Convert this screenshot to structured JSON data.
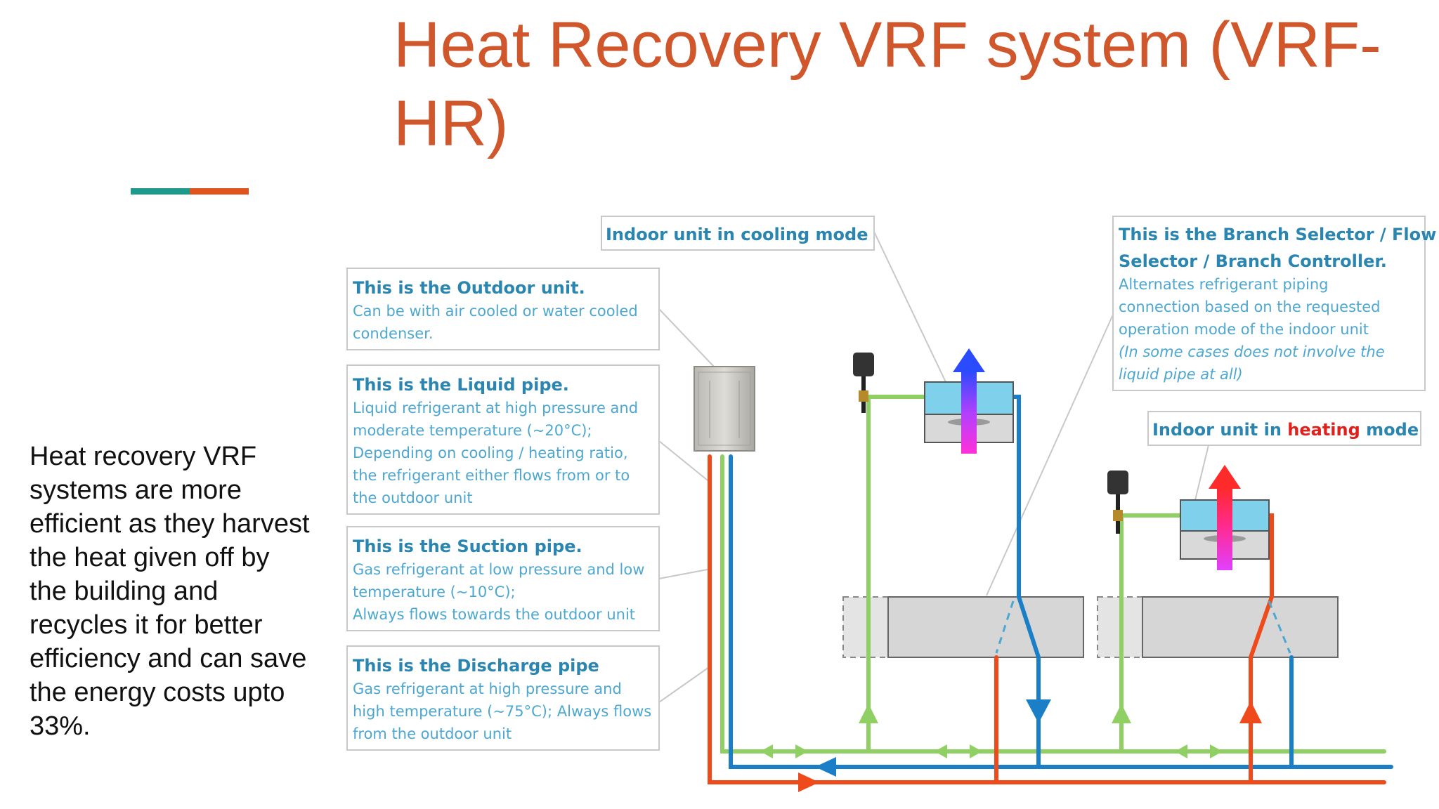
{
  "slide": {
    "title": "Heat Recovery VRF system (VRF-HR)",
    "body": "Heat recovery VRF systems are more efficient as they harvest the heat given off by the building and recycles it for better efficiency and can save the energy costs upto 33%."
  },
  "colors": {
    "title": "#d0562b",
    "accent_teal": "#1e9a8c",
    "accent_orange": "#e0531c",
    "liquid_pipe": "#8fcf63",
    "suction_pipe": "#1b7fc7",
    "discharge_pipe": "#ee4a1c",
    "callout_text": "#2a85b0",
    "heating_word": "#e0201c"
  },
  "diagram": {
    "outdoor_unit": {
      "title": "This is the Outdoor unit.",
      "lines": [
        "Can be with air cooled or water cooled",
        "condenser."
      ]
    },
    "liquid_pipe": {
      "title": "This is the Liquid pipe.",
      "lines": [
        "Liquid refrigerant at high pressure and",
        "moderate temperature (~20°C);",
        "Depending on cooling / heating ratio,",
        "the refrigerant either flows from or to",
        "the outdoor unit"
      ]
    },
    "suction_pipe": {
      "title": "This is the Suction pipe.",
      "lines": [
        "Gas refrigerant at low pressure and low",
        "temperature (~10°C);",
        "Always flows towards the outdoor unit"
      ]
    },
    "discharge_pipe": {
      "title": "This is the Discharge pipe",
      "lines": [
        "Gas refrigerant at high pressure and",
        "high temperature (~75°C); Always flows",
        "from the outdoor unit"
      ]
    },
    "indoor_cooling": {
      "label": "Indoor unit in cooling mode"
    },
    "indoor_heating": {
      "pre": "Indoor unit in ",
      "mode": "heating",
      "post": " mode"
    },
    "branch_selector": {
      "title_lines": [
        "This is the Branch Selector / Flow",
        "Selector / Branch Controller."
      ],
      "lines": [
        "Alternates refrigerant piping",
        "connection based on the requested",
        "operation mode of the indoor unit"
      ],
      "note_lines": [
        "(In some cases does not involve the",
        "liquid pipe at all)"
      ]
    }
  }
}
